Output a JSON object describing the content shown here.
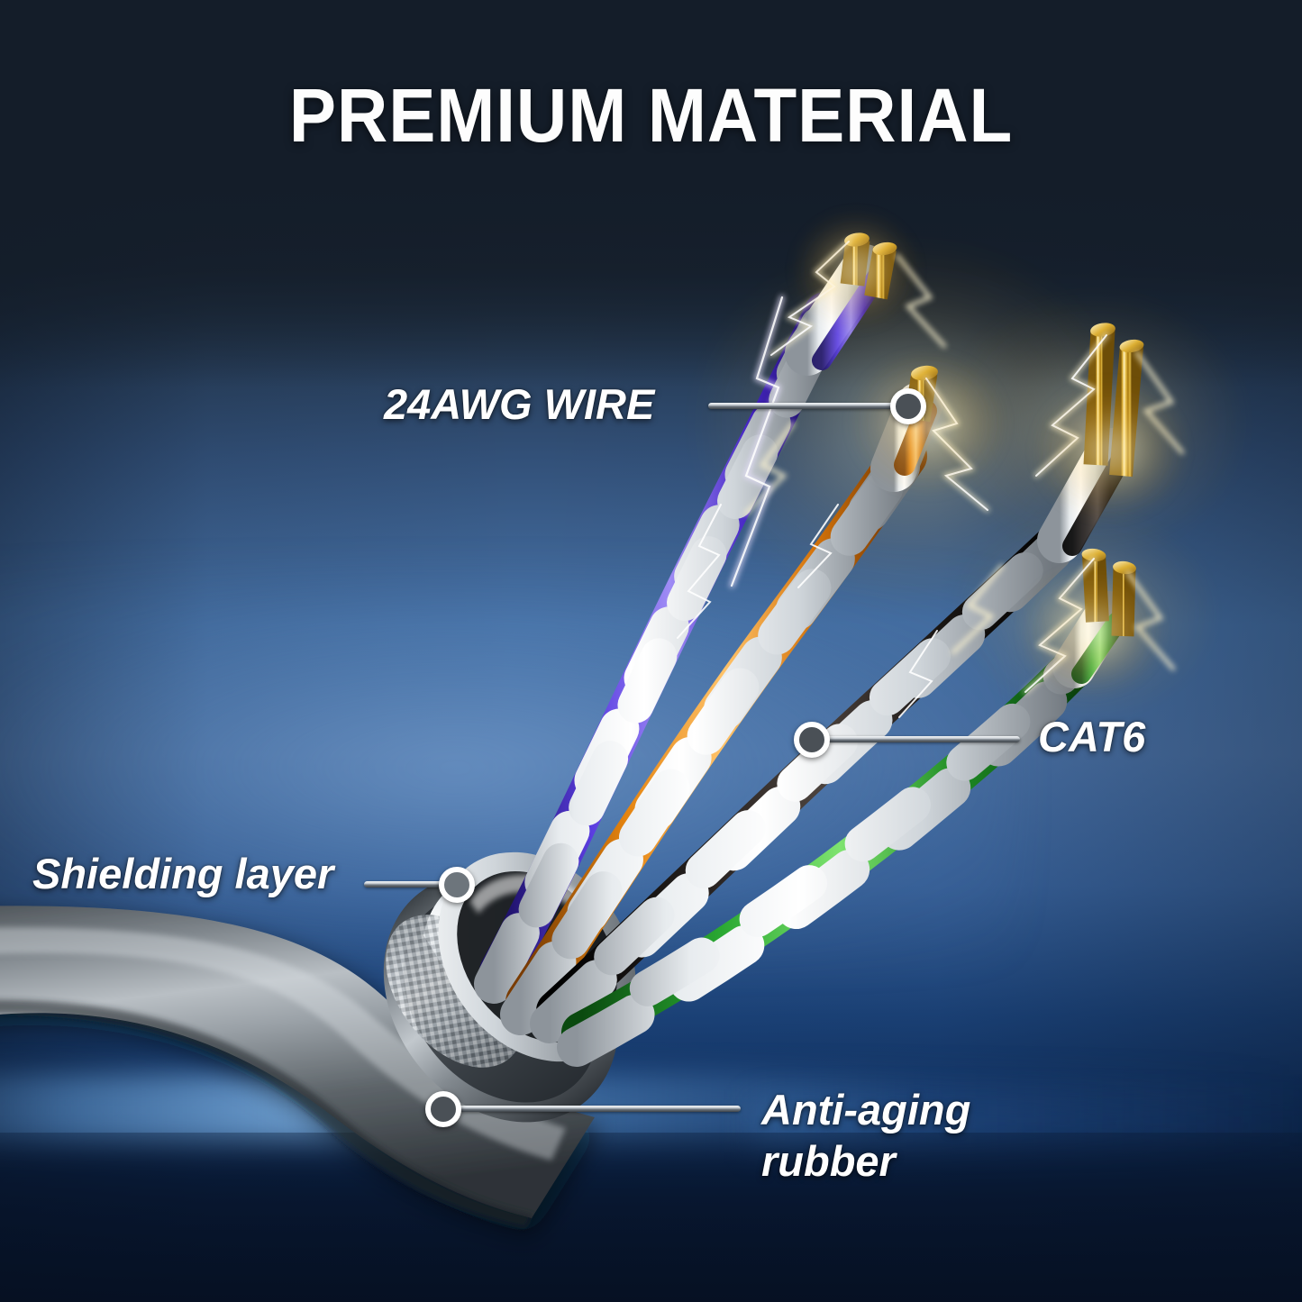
{
  "image": {
    "type": "product-feature-infographic",
    "subject": "CAT6 ethernet network cable cutaway",
    "background_colors": {
      "top_navy": "#192330",
      "mid_blue": "#4b73a8",
      "lower_blue": "#1b4278",
      "bottom_dark": "#07162e"
    }
  },
  "title": {
    "text": "PREMIUM MATERIAL",
    "color": "#fdfdfd"
  },
  "callouts": [
    {
      "id": "awg",
      "label": "24AWG WIRE",
      "label_align": "left-of-leader",
      "marker_style": "dot-in-white-ring",
      "target": "gold copper conductor tip of orange/white twisted pair"
    },
    {
      "id": "cat6",
      "label": "CAT6",
      "label_align": "right-of-leader",
      "marker_style": "dot-in-white-ring",
      "target": "twisted pair bundle (green/white pair)"
    },
    {
      "id": "shielding",
      "label": "Shielding layer",
      "label_align": "left-of-leader",
      "marker_style": "hollow-white-ring",
      "target": "silver braided foil shield inside the jacket cutaway"
    },
    {
      "id": "rubber",
      "label": "Anti-aging\nrubber",
      "label_align": "right-of-leader",
      "marker_style": "dot-in-white-ring",
      "target": "grey outer rubber jacket"
    }
  ],
  "cable": {
    "jacket_color": "#8d9399",
    "shield_color": "#c8ced4",
    "conductor_color": "#d8a92c",
    "spark_color": "#ffe9a8",
    "pairs": [
      {
        "name": "blue-pair",
        "color": "#4c2fc8",
        "stripe": "#f4f5f7"
      },
      {
        "name": "orange-pair",
        "color": "#e2800f",
        "stripe": "#f4f5f7"
      },
      {
        "name": "brown-pair",
        "color": "#15110f",
        "stripe": "#f4f5f7"
      },
      {
        "name": "green-pair",
        "color": "#2aa832",
        "stripe": "#f4f5f7"
      }
    ]
  }
}
